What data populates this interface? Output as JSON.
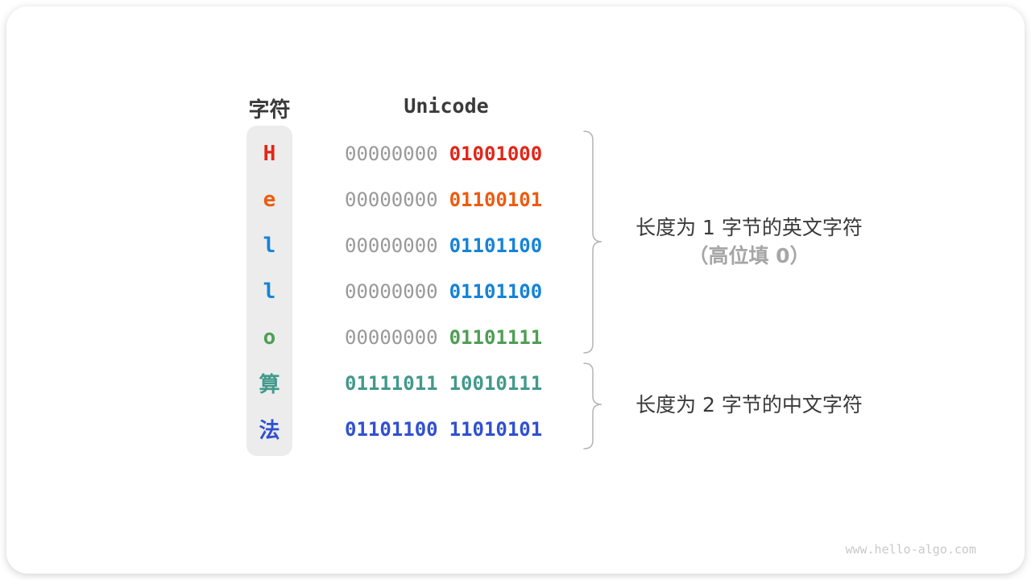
{
  "page": {
    "watermark": "www.hello-algo.com"
  },
  "colors": {
    "red": "#e12618",
    "orange": "#ec5c10",
    "blue": "#1583d6",
    "green": "#4f9e54",
    "teal": "#42998c",
    "royal_blue": "#3050d2",
    "byte_gray": "#999999",
    "text_dark": "#3a3a3a",
    "light_label": "#a6a6a6",
    "brace_gray": "#b4b4b4",
    "column_bg": "#ececec",
    "watermark_gray": "#c9c9c9"
  },
  "table": {
    "headers": {
      "char": "字符",
      "unicode": "Unicode"
    },
    "rows": [
      {
        "char": "H",
        "color": "#e12618",
        "byte1": "00000000",
        "byte1_color": "#999999",
        "byte2": "01001000",
        "byte2_color": "#e12618"
      },
      {
        "char": "e",
        "color": "#ec5c10",
        "byte1": "00000000",
        "byte1_color": "#999999",
        "byte2": "01100101",
        "byte2_color": "#ec5c10"
      },
      {
        "char": "l",
        "color": "#1583d6",
        "byte1": "00000000",
        "byte1_color": "#999999",
        "byte2": "01101100",
        "byte2_color": "#1583d6"
      },
      {
        "char": "l",
        "color": "#1583d6",
        "byte1": "00000000",
        "byte1_color": "#999999",
        "byte2": "01101100",
        "byte2_color": "#1583d6"
      },
      {
        "char": "o",
        "color": "#4f9e54",
        "byte1": "00000000",
        "byte1_color": "#999999",
        "byte2": "01101111",
        "byte2_color": "#4f9e54"
      },
      {
        "char": "算",
        "color": "#42998c",
        "byte1": "01111011",
        "byte1_color": "#42998c",
        "byte2": "10010111",
        "byte2_color": "#42998c"
      },
      {
        "char": "法",
        "color": "#3050d2",
        "byte1": "01101100",
        "byte1_color": "#3050d2",
        "byte2": "11010101",
        "byte2_color": "#3050d2"
      }
    ]
  },
  "annotations": [
    {
      "line1": "长度为 1 字节的英文字符",
      "line2": "（高位填 0）"
    },
    {
      "line1": "长度为 2 字节的中文字符"
    }
  ]
}
